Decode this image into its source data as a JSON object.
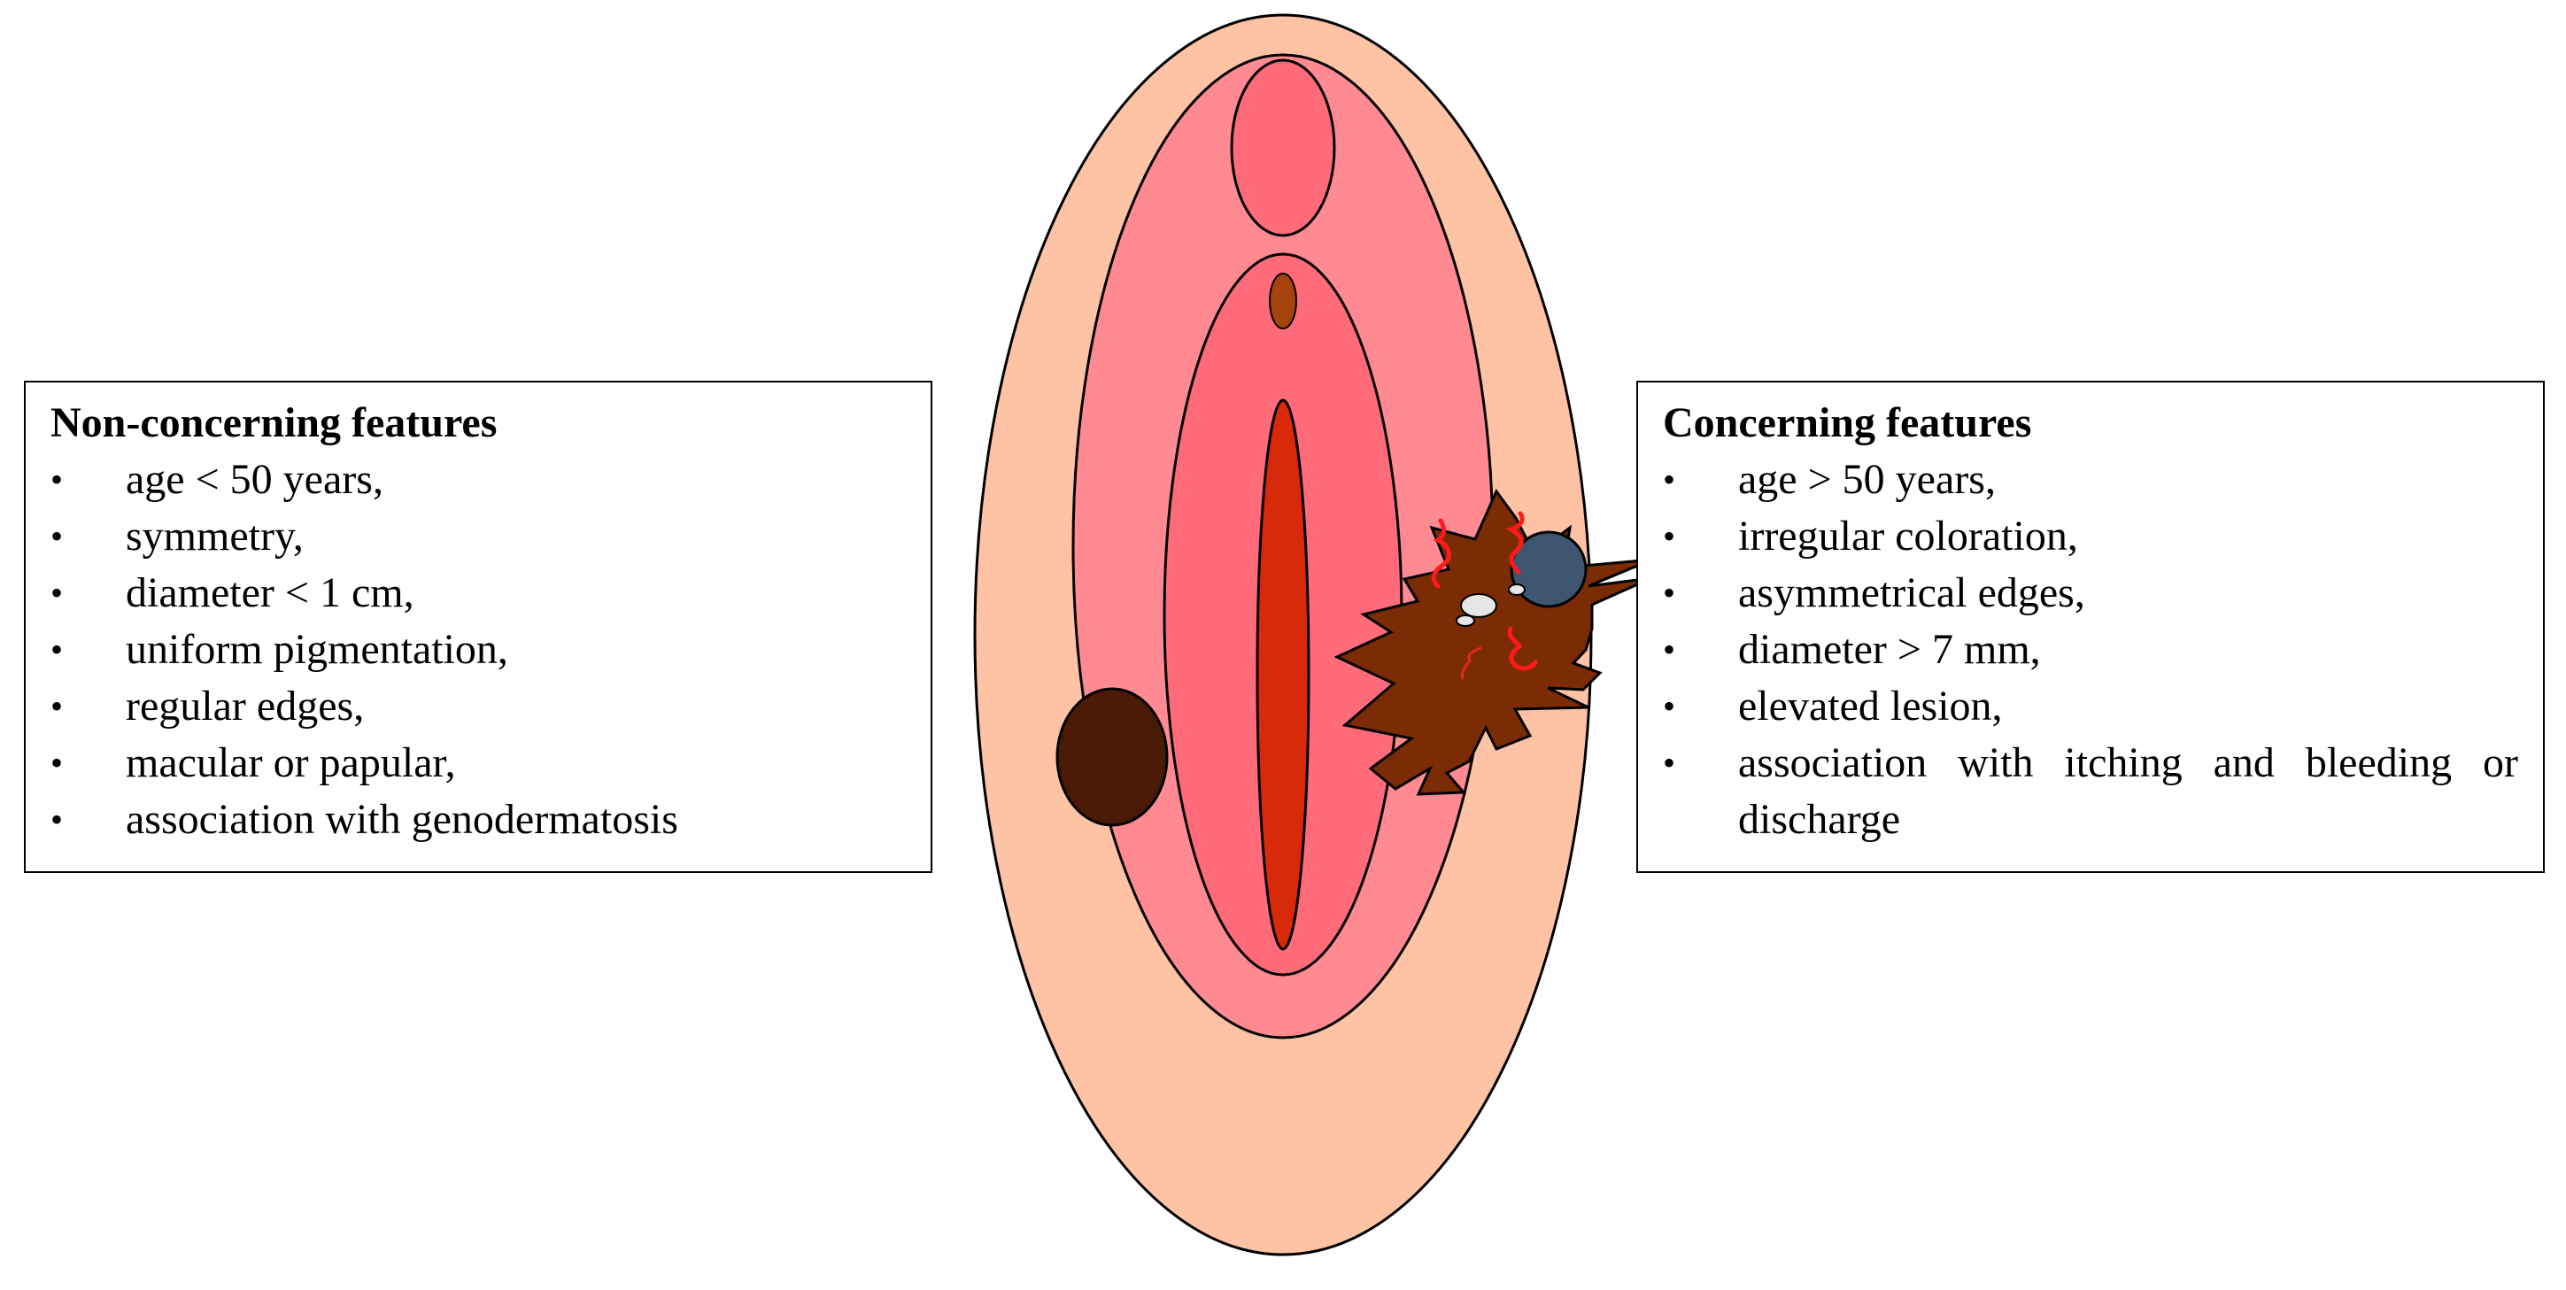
{
  "left_box": {
    "title": "Non-concerning features",
    "items": [
      "age < 50 years,",
      "symmetry,",
      "diameter < 1 cm,",
      "uniform pigmentation,",
      "regular edges,",
      "macular or papular,",
      "association with genodermatosis"
    ]
  },
  "right_box": {
    "title": "Concerning features",
    "items": [
      "age > 50 years,",
      "irregular coloration,",
      "asymmetrical edges,",
      "diameter > 7 mm,",
      "elevated lesion,",
      "association with itching and bleeding or discharge"
    ]
  },
  "colors": {
    "outer_skin": "#FDC3A4",
    "labia_majora_inner": "#FF8A91",
    "labia_minora": "#FF6B78",
    "clitoral_hood": "#FF6B78",
    "vaginal_opening": "#D9290B",
    "urethral_opening": "#A4430C",
    "benign_nevus": "#4A1A06",
    "melanoma_lesion": "#7C2C05",
    "melanoma_blue_nodule": "#3F5670",
    "bleeding_marks": "#FF1A1A",
    "discharge_spots": "#E6E6E6"
  }
}
